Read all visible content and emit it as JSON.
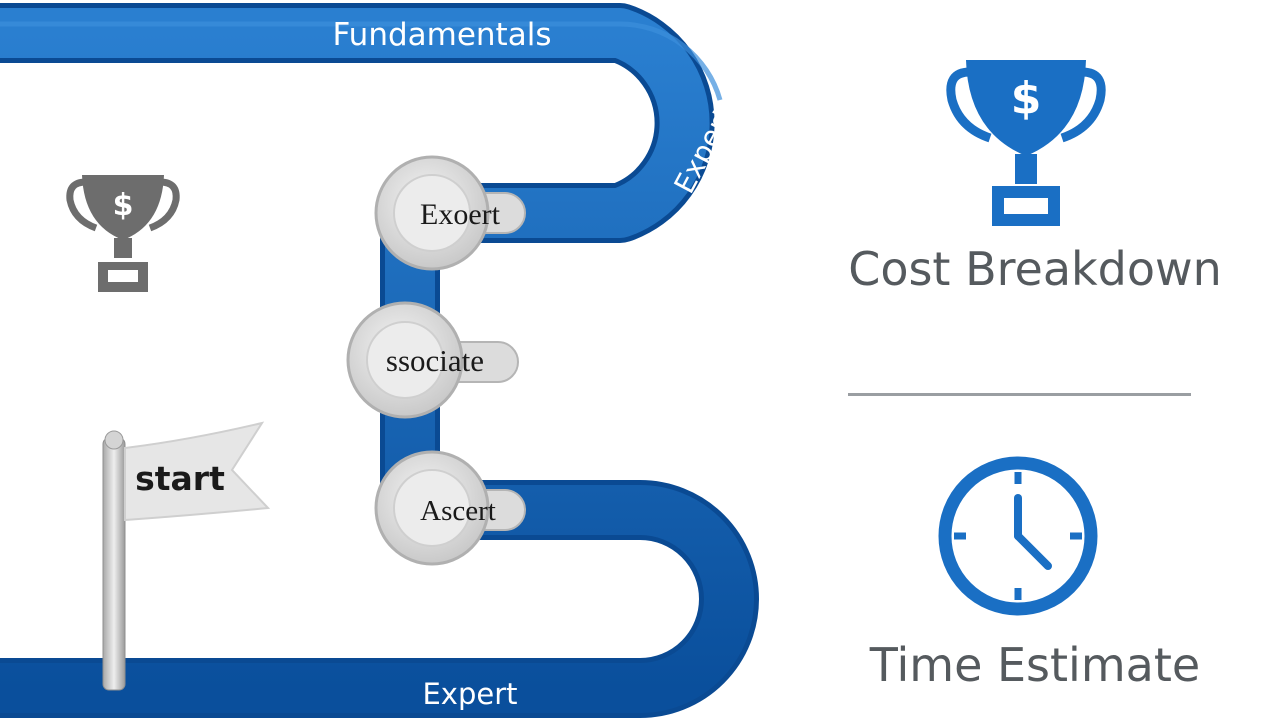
{
  "path": {
    "top_label": "Fundamentals",
    "curve_label": "Expert",
    "bottom_label": "Expert"
  },
  "nodes": [
    {
      "label": "Exoert"
    },
    {
      "label": "ssociate"
    },
    {
      "label": "Ascert"
    }
  ],
  "flag": {
    "label": "start"
  },
  "cost": {
    "title": "Cost Breakdown",
    "icon": "trophy-dollar-icon",
    "symbol": "$"
  },
  "left_trophy": {
    "icon": "trophy-dollar-icon",
    "symbol": "$"
  },
  "time": {
    "title": "Time Estimate",
    "icon": "clock-icon"
  },
  "colors": {
    "path_blue": "#0d55a6",
    "path_light": "#1b73c9",
    "accent_blue": "#1a6fc4",
    "gray_icon": "#6d6d6d",
    "text_gray": "#555a5e"
  }
}
